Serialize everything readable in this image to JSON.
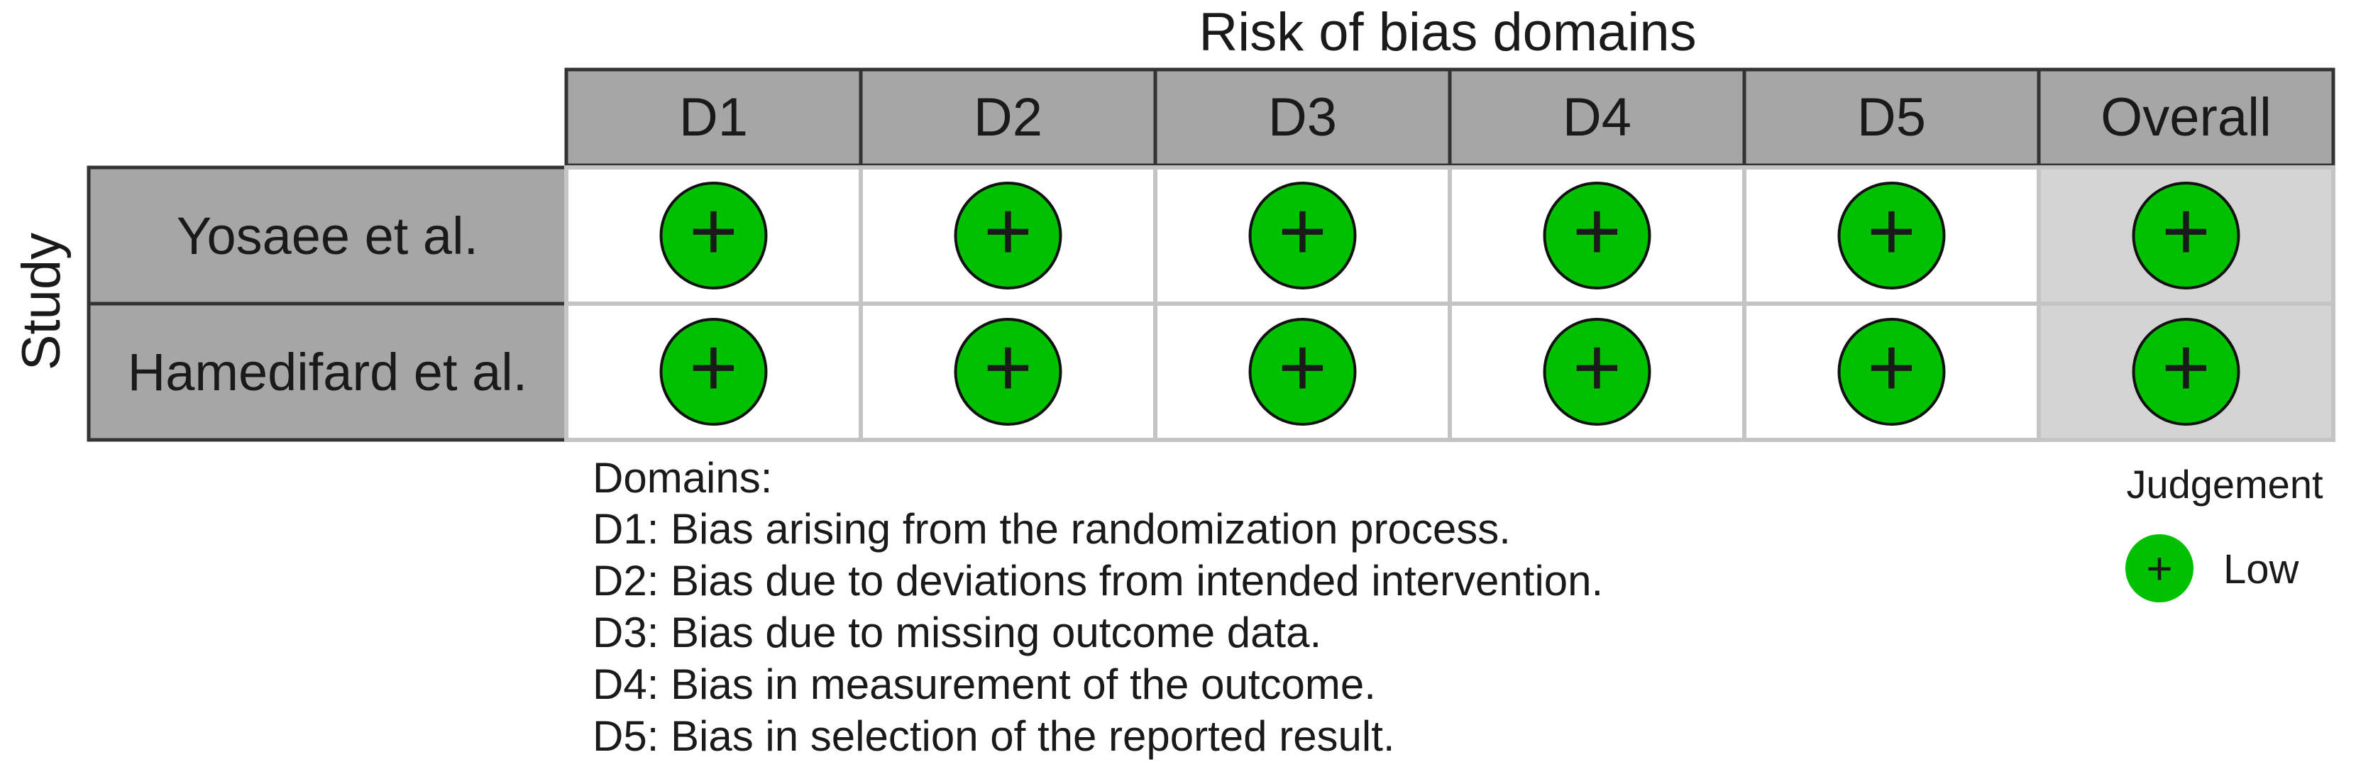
{
  "chart_data": {
    "type": "table",
    "title": "Risk of bias domains",
    "row_axis_label": "Study",
    "columns": [
      "D1",
      "D2",
      "D3",
      "D4",
      "D5",
      "Overall"
    ],
    "rows": [
      "Yosaee et al.",
      "Hamedifard et al."
    ],
    "judgements": [
      [
        "Low",
        "Low",
        "Low",
        "Low",
        "Low",
        "Low"
      ],
      [
        "Low",
        "Low",
        "Low",
        "Low",
        "Low",
        "Low"
      ]
    ],
    "judgement_symbols": {
      "Low": "+"
    },
    "judgement_colors": {
      "Low": "#00c000"
    },
    "domains_title": "Domains:",
    "domains": [
      "D1: Bias arising from the randomization process.",
      "D2: Bias due to deviations from intended intervention.",
      "D3: Bias due to missing outcome data.",
      "D4: Bias in measurement of the outcome.",
      "D5: Bias in selection of the reported result."
    ],
    "legend_title": "Judgement",
    "legend": [
      {
        "label": "Low",
        "symbol": "+",
        "color": "#00c000"
      }
    ]
  },
  "colors": {
    "header_fill": "#a6a6a6",
    "overall_fill": "#d4d4d4",
    "cell_fill": "#ffffff",
    "cell_border": "#c4c4c4",
    "frame": "#333333"
  }
}
